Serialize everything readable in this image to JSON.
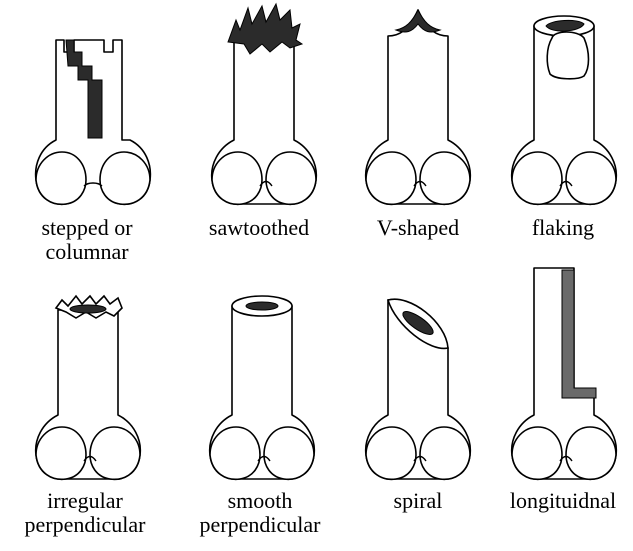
{
  "fracture_types": [
    {
      "id": "stepped",
      "line1": "stepped or",
      "line2": "columnar"
    },
    {
      "id": "sawtoothed",
      "line1": "sawtoothed",
      "line2": ""
    },
    {
      "id": "v-shaped",
      "line1": "V-shaped",
      "line2": ""
    },
    {
      "id": "flaking",
      "line1": "flaking",
      "line2": ""
    },
    {
      "id": "irregular",
      "line1": "irregular",
      "line2": "perpendicular"
    },
    {
      "id": "smooth",
      "line1": "smooth",
      "line2": "perpendicular"
    },
    {
      "id": "spiral",
      "line1": "spiral",
      "line2": ""
    },
    {
      "id": "longitudinal",
      "line1": "longituidnal",
      "line2": ""
    }
  ]
}
